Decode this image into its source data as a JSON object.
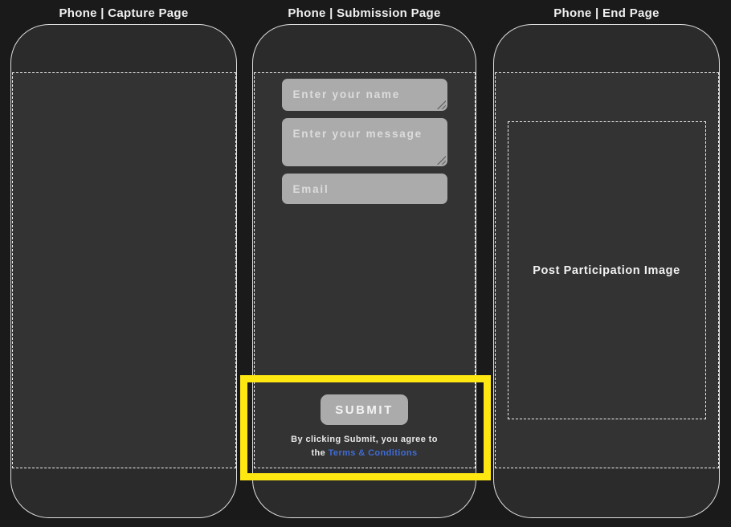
{
  "panels": {
    "capture": {
      "title": "Phone | Capture Page"
    },
    "submission": {
      "title": "Phone | Submission Page",
      "name_placeholder": "Enter your name",
      "message_placeholder": "Enter your message",
      "email_placeholder": "Email",
      "submit_label": "SUBMIT",
      "legal_line1": "By clicking Submit, you agree to",
      "legal_line2_prefix": "the ",
      "terms_link_label": "Terms & Conditions"
    },
    "end": {
      "title": "Phone | End Page",
      "placeholder_label": "Post Participation Image"
    }
  },
  "colors": {
    "background": "#1a1a1a",
    "phone_body": "#2b2b2b",
    "screen": "#333333",
    "field_gray": "#ababab",
    "placeholder_text": "#dcdcdc",
    "highlight_yellow": "#ffe712",
    "link_blue": "#3f6cd6",
    "text_white": "#f0f0f0"
  }
}
